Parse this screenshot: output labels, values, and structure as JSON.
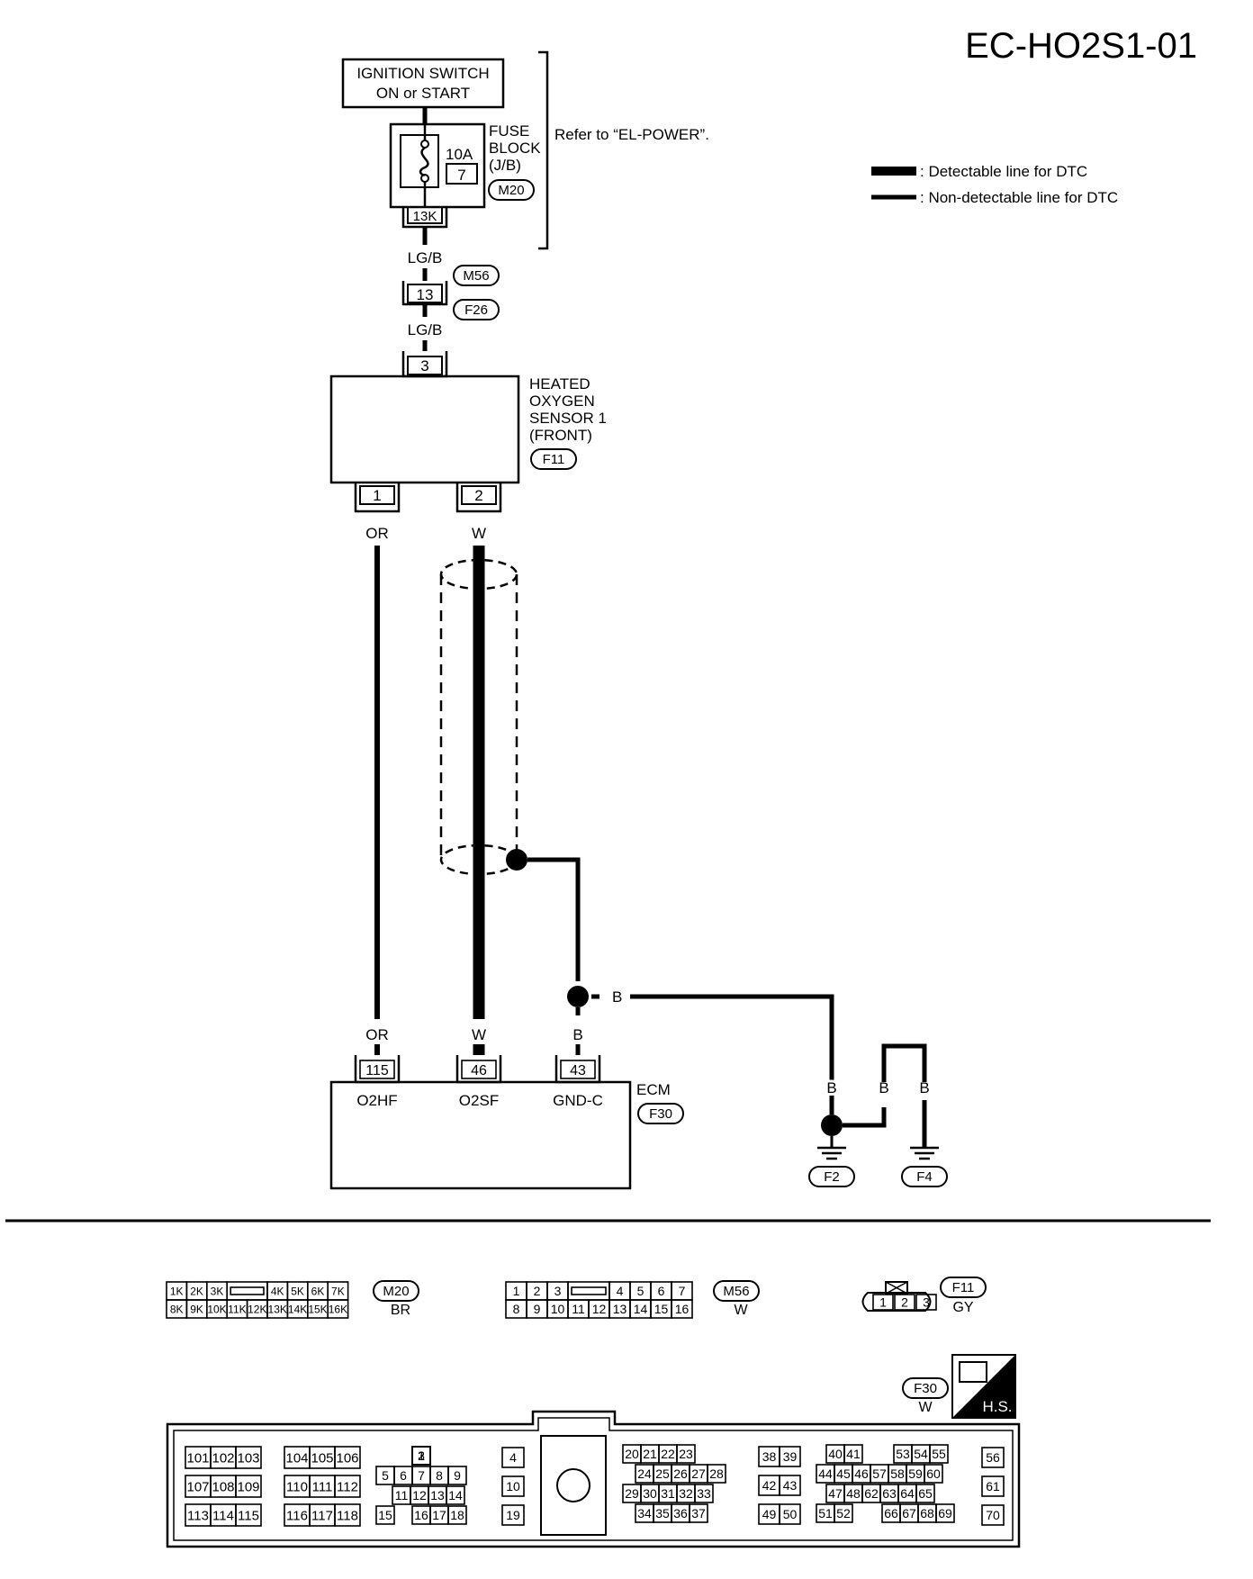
{
  "page_id": "EC-HO2S1-01",
  "legend": {
    "detectable": ": Detectable line for DTC",
    "non_detectable": ": Non-detectable line for DTC"
  },
  "refer_note": "Refer to “EL-POWER”.",
  "ignition": {
    "line1": "IGNITION SWITCH",
    "line2": "ON or START"
  },
  "fuse": {
    "rating": "10A",
    "number": "7",
    "label1": "FUSE",
    "label2": "BLOCK",
    "label3": "(J/B)",
    "connector": "M20",
    "terminal": "13K"
  },
  "wire_lgb_1": "LG/B",
  "join": {
    "terminal": "13",
    "conn_top": "M56",
    "conn_bottom": "F26"
  },
  "wire_lgb_2": "LG/B",
  "sensor": {
    "l1": "HEATED",
    "l2": "OXYGEN",
    "l3": "SENSOR 1",
    "l4": "(FRONT)",
    "connector": "F11",
    "pin_top": "3",
    "pin1": "1",
    "pin2": "2"
  },
  "wire_or_top": "OR",
  "wire_w_top": "W",
  "wire_b_mid": "B",
  "wire_or_bottom": "OR",
  "wire_w_bottom": "W",
  "wire_b_bottom": "B",
  "ecm": {
    "label": "ECM",
    "connector": "F30",
    "pins": [
      "115",
      "46",
      "43"
    ],
    "names": [
      "O2HF",
      "O2SF",
      "GND-C"
    ]
  },
  "ground": {
    "b1": "B",
    "b2": "B",
    "b3": "B",
    "f2": "F2",
    "f4": "F4"
  },
  "connectors": {
    "m20": {
      "name": "M20",
      "color": "BR",
      "top": [
        "1K",
        "2K",
        "3K",
        "",
        "4K",
        "5K",
        "6K",
        "7K"
      ],
      "bottom": [
        "8K",
        "9K",
        "10K",
        "11K",
        "12K",
        "13K",
        "14K",
        "15K",
        "16K"
      ]
    },
    "m56": {
      "name": "M56",
      "color": "W",
      "top": [
        "1",
        "2",
        "3",
        "",
        "4",
        "5",
        "6",
        "7"
      ],
      "bottom": [
        "8",
        "9",
        "10",
        "11",
        "12",
        "13",
        "14",
        "15",
        "16"
      ]
    },
    "f11": {
      "name": "F11",
      "color": "GY",
      "pins": [
        "1",
        "2",
        "3"
      ]
    },
    "f30": {
      "name": "F30",
      "color": "W",
      "hs": "H.S.",
      "blockA": [
        [
          "101",
          "102",
          "103"
        ],
        [
          "107",
          "108",
          "109"
        ],
        [
          "113",
          "114",
          "115"
        ]
      ],
      "blockB": [
        [
          "104",
          "105",
          "106"
        ],
        [
          "110",
          "111",
          "112"
        ],
        [
          "116",
          "117",
          "118"
        ]
      ],
      "blockC": [
        [
          "1",
          "2",
          "3"
        ],
        [
          "5",
          "6",
          "7",
          "8",
          "9"
        ],
        [
          "11",
          "12",
          "13",
          "14"
        ],
        [
          "15",
          "16",
          "17",
          "18"
        ]
      ],
      "blockD": [
        "4",
        "10",
        "19"
      ],
      "blockE": [
        [
          "20",
          "21",
          "22",
          "23"
        ],
        [
          "24",
          "25",
          "26",
          "27",
          "28"
        ],
        [
          "29",
          "30",
          "31",
          "32",
          "33"
        ],
        [
          "34",
          "35",
          "36",
          "37"
        ]
      ],
      "blockF": [
        [
          "38",
          "39"
        ],
        [
          "42",
          "43"
        ],
        [
          "49",
          "50"
        ]
      ],
      "blockG": [
        [
          "40",
          "41",
          "53",
          "54",
          "55"
        ],
        [
          "44",
          "45",
          "46",
          "57",
          "58",
          "59",
          "60"
        ],
        [
          "47",
          "48",
          "62",
          "63",
          "64",
          "65"
        ],
        [
          "51",
          "52",
          "66",
          "67",
          "68",
          "69"
        ]
      ],
      "blockH": [
        "56",
        "61",
        "70"
      ]
    }
  }
}
